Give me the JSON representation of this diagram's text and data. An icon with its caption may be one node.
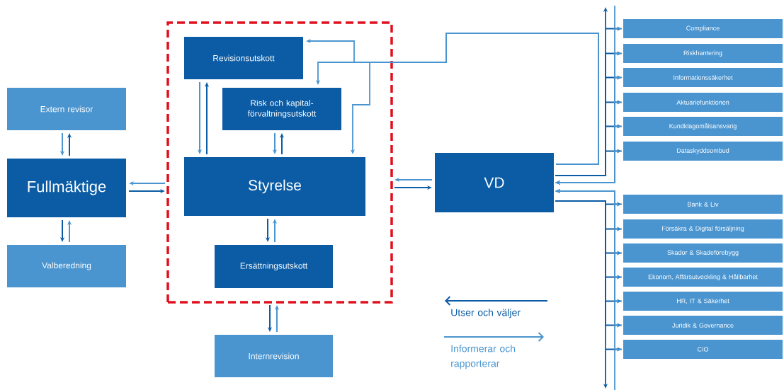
{
  "diagram": {
    "nodes": [
      {
        "text": [
          "Extern revisor"
        ]
      },
      {
        "text": [
          "Fullmäktige"
        ]
      },
      {
        "text": [
          "Valberedning"
        ]
      },
      {
        "text": [],
        "shape": "box"
      },
      {
        "text": [
          "Revisionsutskott"
        ],
        "in": 3
      },
      {
        "text": [
          "Risk och kapital- förvaltningsutskott"
        ],
        "in": 3
      },
      {
        "text": [
          "Styrelse"
        ],
        "in": 3
      },
      {
        "text": [
          "Ersättningsutskott"
        ],
        "in": 3
      },
      {
        "text": [
          "Internrevision"
        ]
      },
      {
        "text": [
          "VD"
        ]
      },
      {
        "text": [
          "Compliance"
        ]
      },
      {
        "text": [
          "Riskhantering"
        ]
      },
      {
        "text": [
          "Informationssäkerhet"
        ]
      },
      {
        "text": [
          "Aktuariefunktionen"
        ]
      },
      {
        "text": [
          "Kundklagomålsansvarig"
        ]
      },
      {
        "text": [
          "Dataskyddsombud"
        ]
      },
      {
        "text": [
          "Bank & Liv"
        ]
      },
      {
        "text": [
          "Försäkra & Digital försäljning"
        ]
      },
      {
        "text": [
          "Skador & Skadeförebygg"
        ]
      },
      {
        "text": [
          "Ekonom, Affärsutveckling & Hållbarhet"
        ]
      },
      {
        "text": [
          "HR, IT & Säkerhet"
        ]
      },
      {
        "text": [
          "Juridik & Governance"
        ]
      },
      {
        "text": [
          "CIO"
        ]
      }
    ],
    "edges": [
      {
        "from": 1,
        "to": 0,
        "arrow": "to",
        "color": "#0b5ca5"
      },
      {
        "from": 0,
        "to": 1,
        "arrow": "to"
      },
      {
        "from": 1,
        "to": 2,
        "arrow": "to",
        "color": "#0b5ca5"
      },
      {
        "from": 2,
        "to": 1,
        "arrow": "to"
      },
      {
        "from": 1,
        "to": 3,
        "arrow": "to",
        "color": "#0b5ca5"
      },
      {
        "from": 3,
        "to": 1,
        "arrow": "to"
      },
      {
        "from": 6,
        "to": 4,
        "arrow": "to",
        "color": "#0b5ca5"
      },
      {
        "from": 4,
        "to": 6,
        "arrow": "to"
      },
      {
        "from": 6,
        "to": 5,
        "arrow": "to",
        "color": "#0b5ca5"
      },
      {
        "from": 5,
        "to": 6,
        "arrow": "to"
      },
      {
        "from": 6,
        "to": 7,
        "arrow": "to",
        "color": "#0b5ca5"
      },
      {
        "from": 7,
        "to": 6,
        "arrow": "to"
      },
      {
        "from": 3,
        "to": 8,
        "arrow": "to",
        "color": "#0b5ca5"
      },
      {
        "from": 8,
        "to": 3,
        "arrow": "to"
      },
      {
        "from": 3,
        "to": 9,
        "arrow": "to",
        "color": "#0b5ca5"
      },
      {
        "from": 9,
        "to": 3,
        "arrow": "to"
      },
      {
        "from": 9,
        "to": 4,
        "arrow": "to"
      },
      {
        "from": 9,
        "to": 5,
        "arrow": "to"
      },
      {
        "from": 9,
        "to": 6,
        "arrow": "to"
      },
      {
        "from": 9,
        "to": 10,
        "arrow": "to",
        "color": "#0b5ca5"
      },
      {
        "from": 9,
        "to": 11,
        "arrow": "to",
        "color": "#0b5ca5"
      },
      {
        "from": 9,
        "to": 12,
        "arrow": "to",
        "color": "#0b5ca5"
      },
      {
        "from": 9,
        "to": 13,
        "arrow": "to",
        "color": "#0b5ca5"
      },
      {
        "from": 9,
        "to": 14,
        "arrow": "to",
        "color": "#0b5ca5"
      },
      {
        "from": 9,
        "to": 15,
        "arrow": "to",
        "color": "#0b5ca5"
      },
      {
        "from": 10,
        "to": 9,
        "arrow": "to"
      },
      {
        "from": 11,
        "to": 9,
        "arrow": "to"
      },
      {
        "from": 12,
        "to": 9,
        "arrow": "to"
      },
      {
        "from": 13,
        "to": 9,
        "arrow": "to"
      },
      {
        "from": 14,
        "to": 9,
        "arrow": "to"
      },
      {
        "from": 15,
        "to": 9,
        "arrow": "to"
      },
      {
        "from": 9,
        "to": 16,
        "arrow": "to",
        "color": "#0b5ca5"
      },
      {
        "from": 9,
        "to": 17,
        "arrow": "to",
        "color": "#0b5ca5"
      },
      {
        "from": 9,
        "to": 18,
        "arrow": "to",
        "color": "#0b5ca5"
      },
      {
        "from": 9,
        "to": 19,
        "arrow": "to",
        "color": "#0b5ca5"
      },
      {
        "from": 9,
        "to": 20,
        "arrow": "to",
        "color": "#0b5ca5"
      },
      {
        "from": 9,
        "to": 21,
        "arrow": "to",
        "color": "#0b5ca5"
      },
      {
        "from": 9,
        "to": 22,
        "arrow": "to",
        "color": "#0b5ca5"
      },
      {
        "from": 16,
        "to": 9,
        "arrow": "to"
      },
      {
        "from": 17,
        "to": 9,
        "arrow": "to"
      },
      {
        "from": 18,
        "to": 9,
        "arrow": "to"
      },
      {
        "from": 19,
        "to": 9,
        "arrow": "to"
      },
      {
        "from": 20,
        "to": 9,
        "arrow": "to"
      },
      {
        "from": 21,
        "to": 9,
        "arrow": "to"
      },
      {
        "from": 22,
        "to": 9,
        "arrow": "to"
      }
    ],
    "legend": [
      {
        "text": "Utser och väljer"
      },
      {
        "text": "Informerar och rapporterar"
      }
    ]
  }
}
